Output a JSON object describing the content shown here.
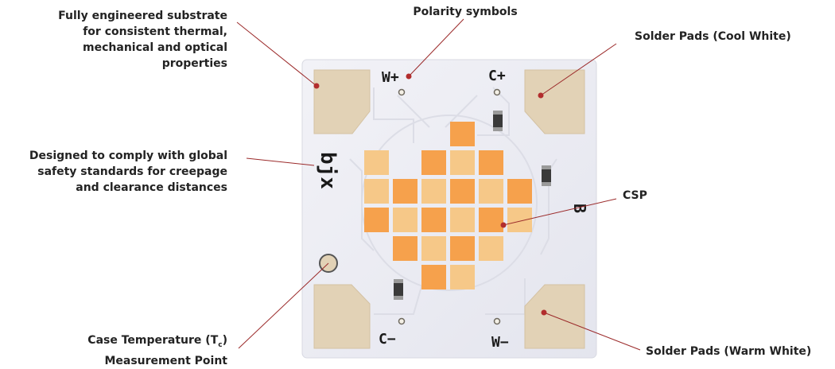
{
  "callouts": {
    "substrate": {
      "lines": [
        "Fully engineered substrate",
        "for consistent thermal,",
        "mechanical and optical",
        "properties"
      ]
    },
    "safety": {
      "lines": [
        "Designed to comply with global",
        "safety standards for creepage",
        "and clearance distances"
      ]
    },
    "case_temp": {
      "line1_prefix": "Case Temperature (T",
      "line1_sub": "c",
      "line1_suffix": ")",
      "line2": "Measurement Point"
    },
    "polarity": {
      "label": "Polarity symbols"
    },
    "cool_pads": {
      "label": "Solder Pads (Cool White)"
    },
    "csp": {
      "label": "CSP"
    },
    "warm_pads": {
      "label": "Solder Pads (Warm White)"
    }
  },
  "board_markings": {
    "w_plus": "W+",
    "c_plus": "C+",
    "c_minus": "C−",
    "w_minus": "W−",
    "logo": "bjx",
    "component_mark": "B"
  },
  "colors": {
    "board": "#ecedf3",
    "trace": "#e2e3eb",
    "pad": "#e2d2b6",
    "leader": "#9b2a2a",
    "dot": "#b22d2d",
    "cool_led": "#f6c888",
    "warm_led": "#f6a14c"
  },
  "led_grid": {
    "rows": [
      [
        "",
        "",
        "",
        "warm",
        "",
        ""
      ],
      [
        "cool",
        "",
        "warm",
        "cool",
        "warm",
        ""
      ],
      [
        "cool",
        "warm",
        "cool",
        "warm",
        "cool",
        "warm"
      ],
      [
        "warm",
        "cool",
        "warm",
        "cool",
        "warm",
        "cool"
      ],
      [
        "",
        "warm",
        "cool",
        "warm",
        "cool",
        ""
      ],
      [
        "",
        "",
        "warm",
        "cool",
        "",
        ""
      ]
    ]
  }
}
